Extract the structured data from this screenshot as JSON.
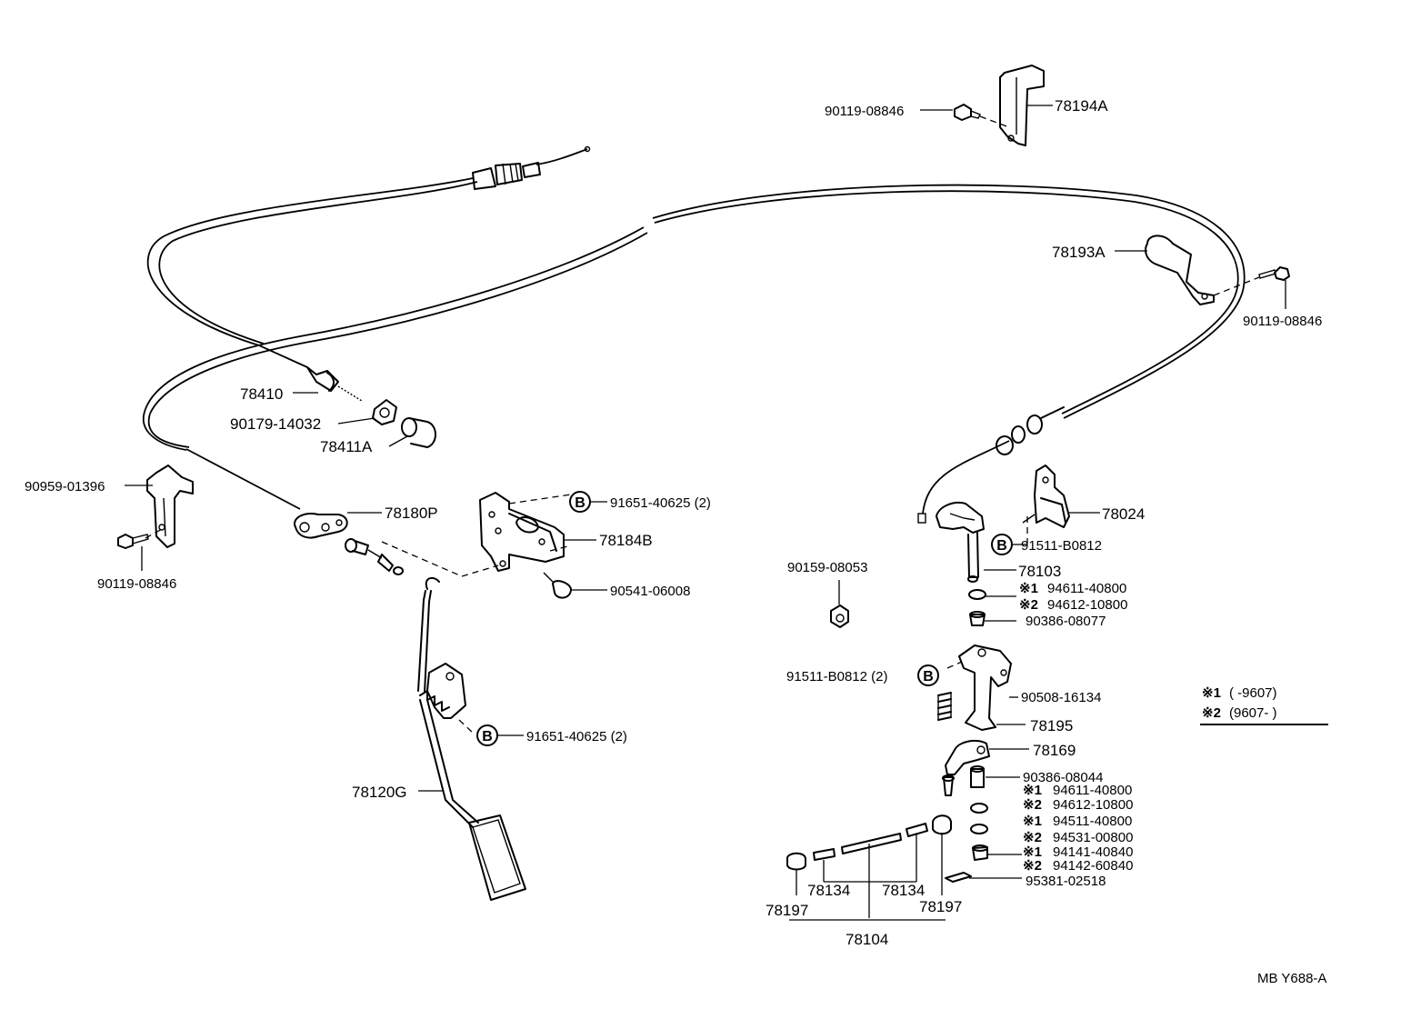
{
  "parts": {
    "p78194A": "78194A",
    "p90119_08846_top": "90119-08846",
    "p78193A": "78193A",
    "p90119_08846_right": "90119-08846",
    "p78410": "78410",
    "p90179_14032": "90179-14032",
    "p78411A": "78411A",
    "p90959_01396": "90959-01396",
    "p90119_08846_left": "90119-08846",
    "p78180P": "78180P",
    "p91651_40625_upper": "91651-40625 (2)",
    "p78184B": "78184B",
    "p90541_06008": "90541-06008",
    "p91651_40625_lower": "91651-40625 (2)",
    "p78120G": "78120G",
    "p78024": "78024",
    "p91511_B0812": "91511-B0812",
    "p78103": "78103",
    "p94611_40800_a": "94611-40800",
    "p94612_10800_a": "94612-10800",
    "p90386_08077": "90386-08077",
    "p90159_08053": "90159-08053",
    "p91511_B0812_2": "91511-B0812 (2)",
    "p90508_16134": "90508-16134",
    "p78195": "78195",
    "p78169": "78169",
    "p90386_08044": "90386-08044",
    "p94611_40800_b": "94611-40800",
    "p94612_10800_b": "94612-10800",
    "p94511_40800": "94511-40800",
    "p94531_00800": "94531-00800",
    "p94141_40840": "94141-40840",
    "p94142_60840": "94142-60840",
    "p95381_02518": "95381-02518",
    "p78134_left": "78134",
    "p78134_right": "78134",
    "p78197_left": "78197",
    "p78197_right": "78197",
    "p78104": "78104"
  },
  "marks": {
    "bolt_circle": "B",
    "note_1": "※1",
    "note_2": "※2"
  },
  "legend": {
    "row1_mark": "※1",
    "row1_range": "(      -9607)",
    "row2_mark": "※2",
    "row2_range": "(9607-        )"
  },
  "diagram_code": "MB  Y688-A"
}
